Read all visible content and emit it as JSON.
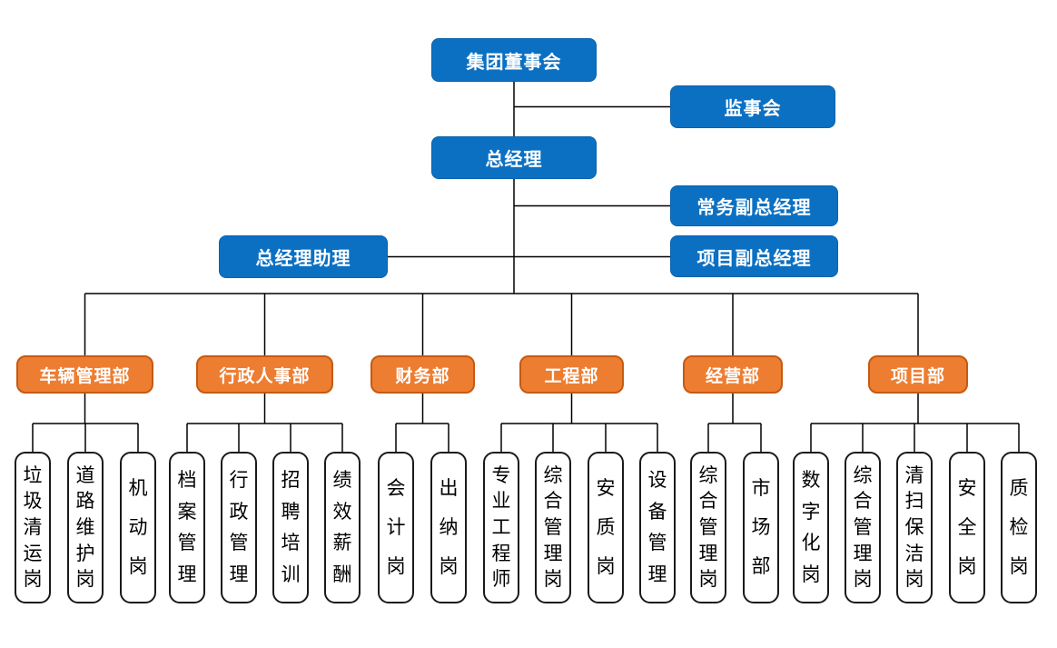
{
  "colors": {
    "executive_fill": "#0C70C2",
    "executive_border": "#0A62AB",
    "department_fill": "#ED7D31",
    "department_border": "#C55A11",
    "position_fill": "#FFFFFF",
    "position_border": "#1A1A1A",
    "connector": "#000000",
    "text_on_fill": "#FFFFFF",
    "position_text": "#000000"
  },
  "org": {
    "board": {
      "label": "集团董事会"
    },
    "supervisory_board": {
      "label": "监事会"
    },
    "general_manager": {
      "label": "总经理"
    },
    "executive_deputy_gm": {
      "label": "常务副总经理"
    },
    "gm_assistant": {
      "label": "总经理助理"
    },
    "project_deputy_gm": {
      "label": "项目副总经理"
    },
    "departments": [
      {
        "label": "车辆管理部",
        "positions": [
          "垃圾清运岗",
          "道路维护岗",
          "机动岗"
        ]
      },
      {
        "label": "行政人事部",
        "positions": [
          "档案管理",
          "行政管理",
          "招聘培训",
          "绩效薪酬"
        ]
      },
      {
        "label": "财务部",
        "positions": [
          "会计岗",
          "出纳岗"
        ]
      },
      {
        "label": "工程部",
        "positions": [
          "专业工程师",
          "综合管理岗",
          "安质岗",
          "设备管理"
        ]
      },
      {
        "label": "经营部",
        "positions": [
          "综合管理岗",
          "市场部"
        ]
      },
      {
        "label": "项目部",
        "positions": [
          "数字化岗",
          "综合管理岗",
          "清扫保洁岗",
          "安全岗",
          "质检岗"
        ]
      }
    ]
  }
}
